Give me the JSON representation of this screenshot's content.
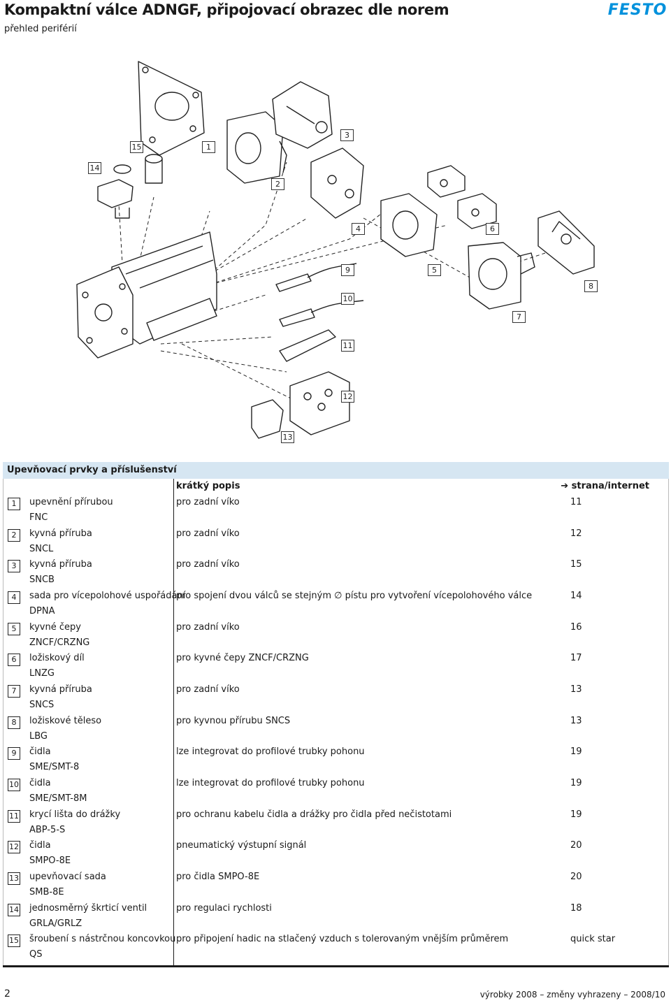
{
  "header": {
    "title": "Kompaktní válce ADNGF, připojovací obrazec dle norem",
    "subtitle": "přehled periférií",
    "logo_text": "FESTO",
    "logo_color": "#0091dc"
  },
  "drawing": {
    "callouts": [
      "1",
      "2",
      "3",
      "4",
      "5",
      "6",
      "7",
      "8",
      "9",
      "10",
      "11",
      "12",
      "13",
      "14",
      "15"
    ]
  },
  "table": {
    "section_title": "Upevňovací prvky a příslušenství",
    "col_desc": "krátký popis",
    "col_page": "➔ strana/internet",
    "header_bg": "#d6e6f2",
    "rows": [
      {
        "num": "1",
        "name": "upevnění přírubou",
        "code": "FNC",
        "desc": "pro zadní víko",
        "page": "11"
      },
      {
        "num": "2",
        "name": "kyvná příruba",
        "code": "SNCL",
        "desc": "pro zadní víko",
        "page": "12"
      },
      {
        "num": "3",
        "name": "kyvná příruba",
        "code": "SNCB",
        "desc": "pro zadní víko",
        "page": "15"
      },
      {
        "num": "4",
        "name": "sada pro vícepolohové uspořádání",
        "code": "DPNA",
        "desc": "pro spojení dvou válců se stejným ∅ pístu pro vytvoření vícepolohového válce",
        "page": "14"
      },
      {
        "num": "5",
        "name": "kyvné čepy",
        "code": "ZNCF/CRZNG",
        "desc": "pro zadní víko",
        "page": "16"
      },
      {
        "num": "6",
        "name": "ložiskový díl",
        "code": "LNZG",
        "desc": "pro kyvné čepy ZNCF/CRZNG",
        "page": "17"
      },
      {
        "num": "7",
        "name": "kyvná příruba",
        "code": "SNCS",
        "desc": "pro zadní víko",
        "page": "13"
      },
      {
        "num": "8",
        "name": "ložiskové těleso",
        "code": "LBG",
        "desc": "pro kyvnou přírubu SNCS",
        "page": "13"
      },
      {
        "num": "9",
        "name": "čidla",
        "code": "SME/SMT-8",
        "desc": "lze integrovat do profilové trubky pohonu",
        "page": "19"
      },
      {
        "num": "10",
        "name": "čidla",
        "code": "SME/SMT-8M",
        "desc": "lze integrovat do profilové trubky pohonu",
        "page": "19"
      },
      {
        "num": "11",
        "name": "krycí lišta do drážky",
        "code": "ABP-5-S",
        "desc": "pro ochranu kabelu čidla a drážky pro čidla před nečistotami",
        "page": "19"
      },
      {
        "num": "12",
        "name": "čidla",
        "code": "SMPO-8E",
        "desc": "pneumatický výstupní signál",
        "page": "20"
      },
      {
        "num": "13",
        "name": "upevňovací sada",
        "code": "SMB-8E",
        "desc": "pro čidla SMPO-8E",
        "page": "20"
      },
      {
        "num": "14",
        "name": "jednosměrný škrticí ventil",
        "code": "GRLA/GRLZ",
        "desc": "pro regulaci rychlosti",
        "page": "18"
      },
      {
        "num": "15",
        "name": "šroubení s nástrčnou koncovkou",
        "code": "QS",
        "desc": "pro připojení hadic na stlačený vzduch s tolerovaným vnějším průměrem",
        "page": "quick star"
      }
    ]
  },
  "footer": {
    "page_number": "2",
    "right_text": "výrobky 2008 – změny vyhrazeny – 2008/10"
  }
}
